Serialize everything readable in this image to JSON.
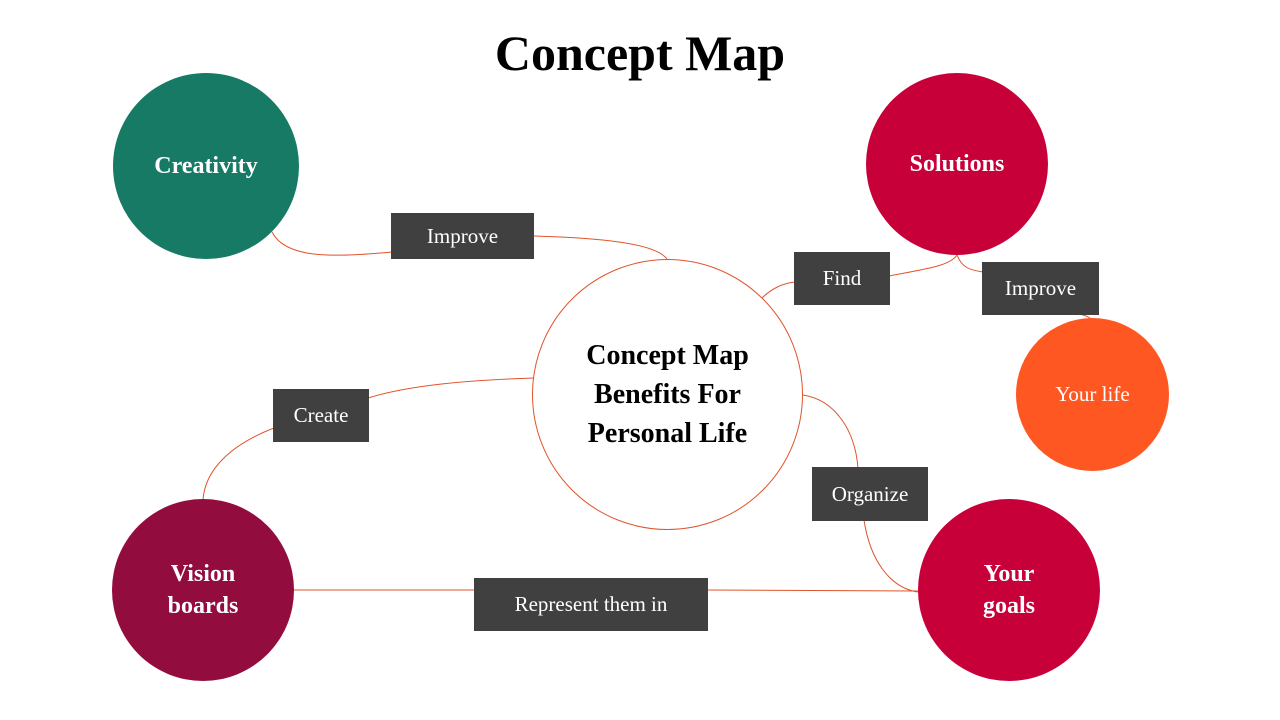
{
  "title": "Concept Map",
  "center": "Concept Map Benefits For Personal Life",
  "nodes": {
    "creativity": "Creativity",
    "solutions": "Solutions",
    "your_life": "Your life",
    "vision_boards": "Vision boards",
    "your_goals": "Your goals"
  },
  "links": {
    "improve_creativity": "Improve",
    "find": "Find",
    "improve_life": "Improve",
    "create": "Create",
    "organize": "Organize",
    "represent": "Represent them in"
  },
  "colors": {
    "creativity": "#177a64",
    "solutions": "#c8003a",
    "your_life": "#ff5722",
    "vision_boards": "#930c3e",
    "your_goals": "#c8003a",
    "connector": "#e0542b",
    "label_bg": "#404040"
  }
}
